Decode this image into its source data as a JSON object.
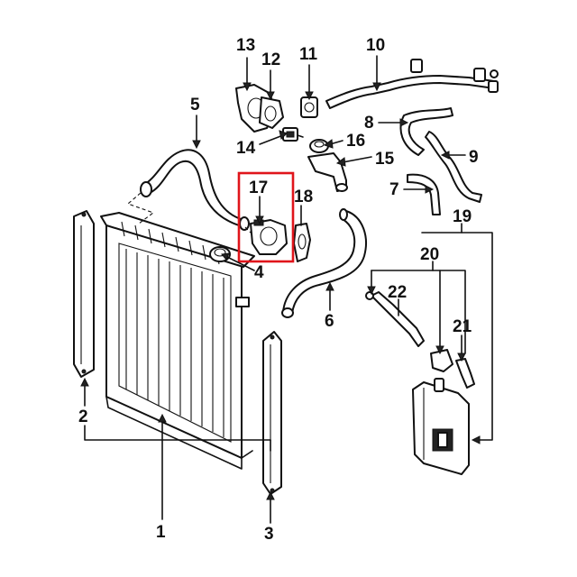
{
  "diagram": {
    "callouts": [
      {
        "id": "c1",
        "label": "1"
      },
      {
        "id": "c2",
        "label": "2"
      },
      {
        "id": "c3",
        "label": "3"
      },
      {
        "id": "c4",
        "label": "4"
      },
      {
        "id": "c5",
        "label": "5"
      },
      {
        "id": "c6",
        "label": "6"
      },
      {
        "id": "c7",
        "label": "7"
      },
      {
        "id": "c8",
        "label": "8"
      },
      {
        "id": "c9",
        "label": "9"
      },
      {
        "id": "c10",
        "label": "10"
      },
      {
        "id": "c11",
        "label": "11"
      },
      {
        "id": "c12",
        "label": "12"
      },
      {
        "id": "c13",
        "label": "13"
      },
      {
        "id": "c14",
        "label": "14"
      },
      {
        "id": "c15",
        "label": "15"
      },
      {
        "id": "c16",
        "label": "16"
      },
      {
        "id": "c17",
        "label": "17"
      },
      {
        "id": "c18",
        "label": "18"
      },
      {
        "id": "c19",
        "label": "19"
      },
      {
        "id": "c20",
        "label": "20"
      },
      {
        "id": "c21",
        "label": "21"
      },
      {
        "id": "c22",
        "label": "22"
      }
    ],
    "highlight_color": "#e0151b",
    "line_color": "#111111"
  }
}
